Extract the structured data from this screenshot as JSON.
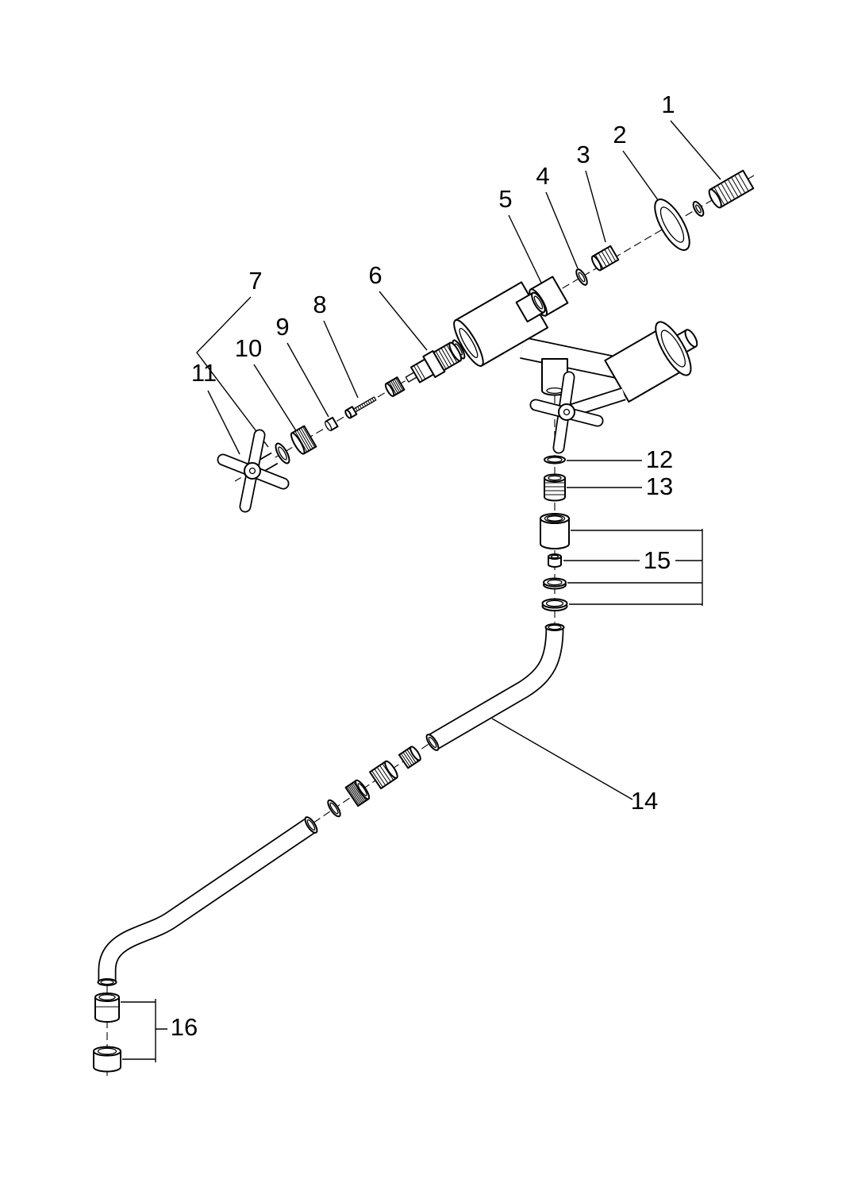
{
  "diagram": {
    "kind": "exploded-parts-diagram",
    "colors": {
      "background": "#ffffff",
      "line": "#000000"
    },
    "part_labels": {
      "p1": "1",
      "p2": "2",
      "p3": "3",
      "p4": "4",
      "p5": "5",
      "p6": "6",
      "p7": "7",
      "p8": "8",
      "p9": "9",
      "p10": "10",
      "p11": "11",
      "p12": "12",
      "p13": "13",
      "p14": "14",
      "p15": "15",
      "p16": "16"
    }
  }
}
